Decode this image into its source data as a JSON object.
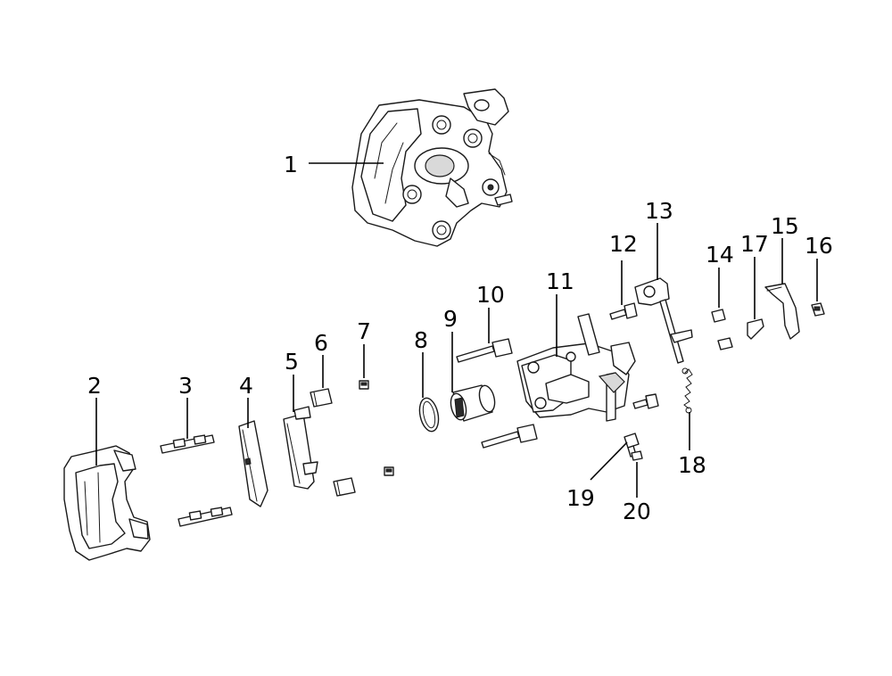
{
  "callouts": {
    "c1": "1",
    "c2": "2",
    "c3": "3",
    "c4": "4",
    "c5": "5",
    "c6": "6",
    "c7": "7",
    "c8": "8",
    "c9": "9",
    "c10": "10",
    "c11": "11",
    "c12": "12",
    "c13": "13",
    "c14": "14",
    "c15": "15",
    "c16": "16",
    "c17": "17",
    "c18": "18",
    "c19": "19",
    "c20": "20"
  },
  "style": {
    "line_color": "#1a1a1a",
    "background": "#ffffff"
  }
}
